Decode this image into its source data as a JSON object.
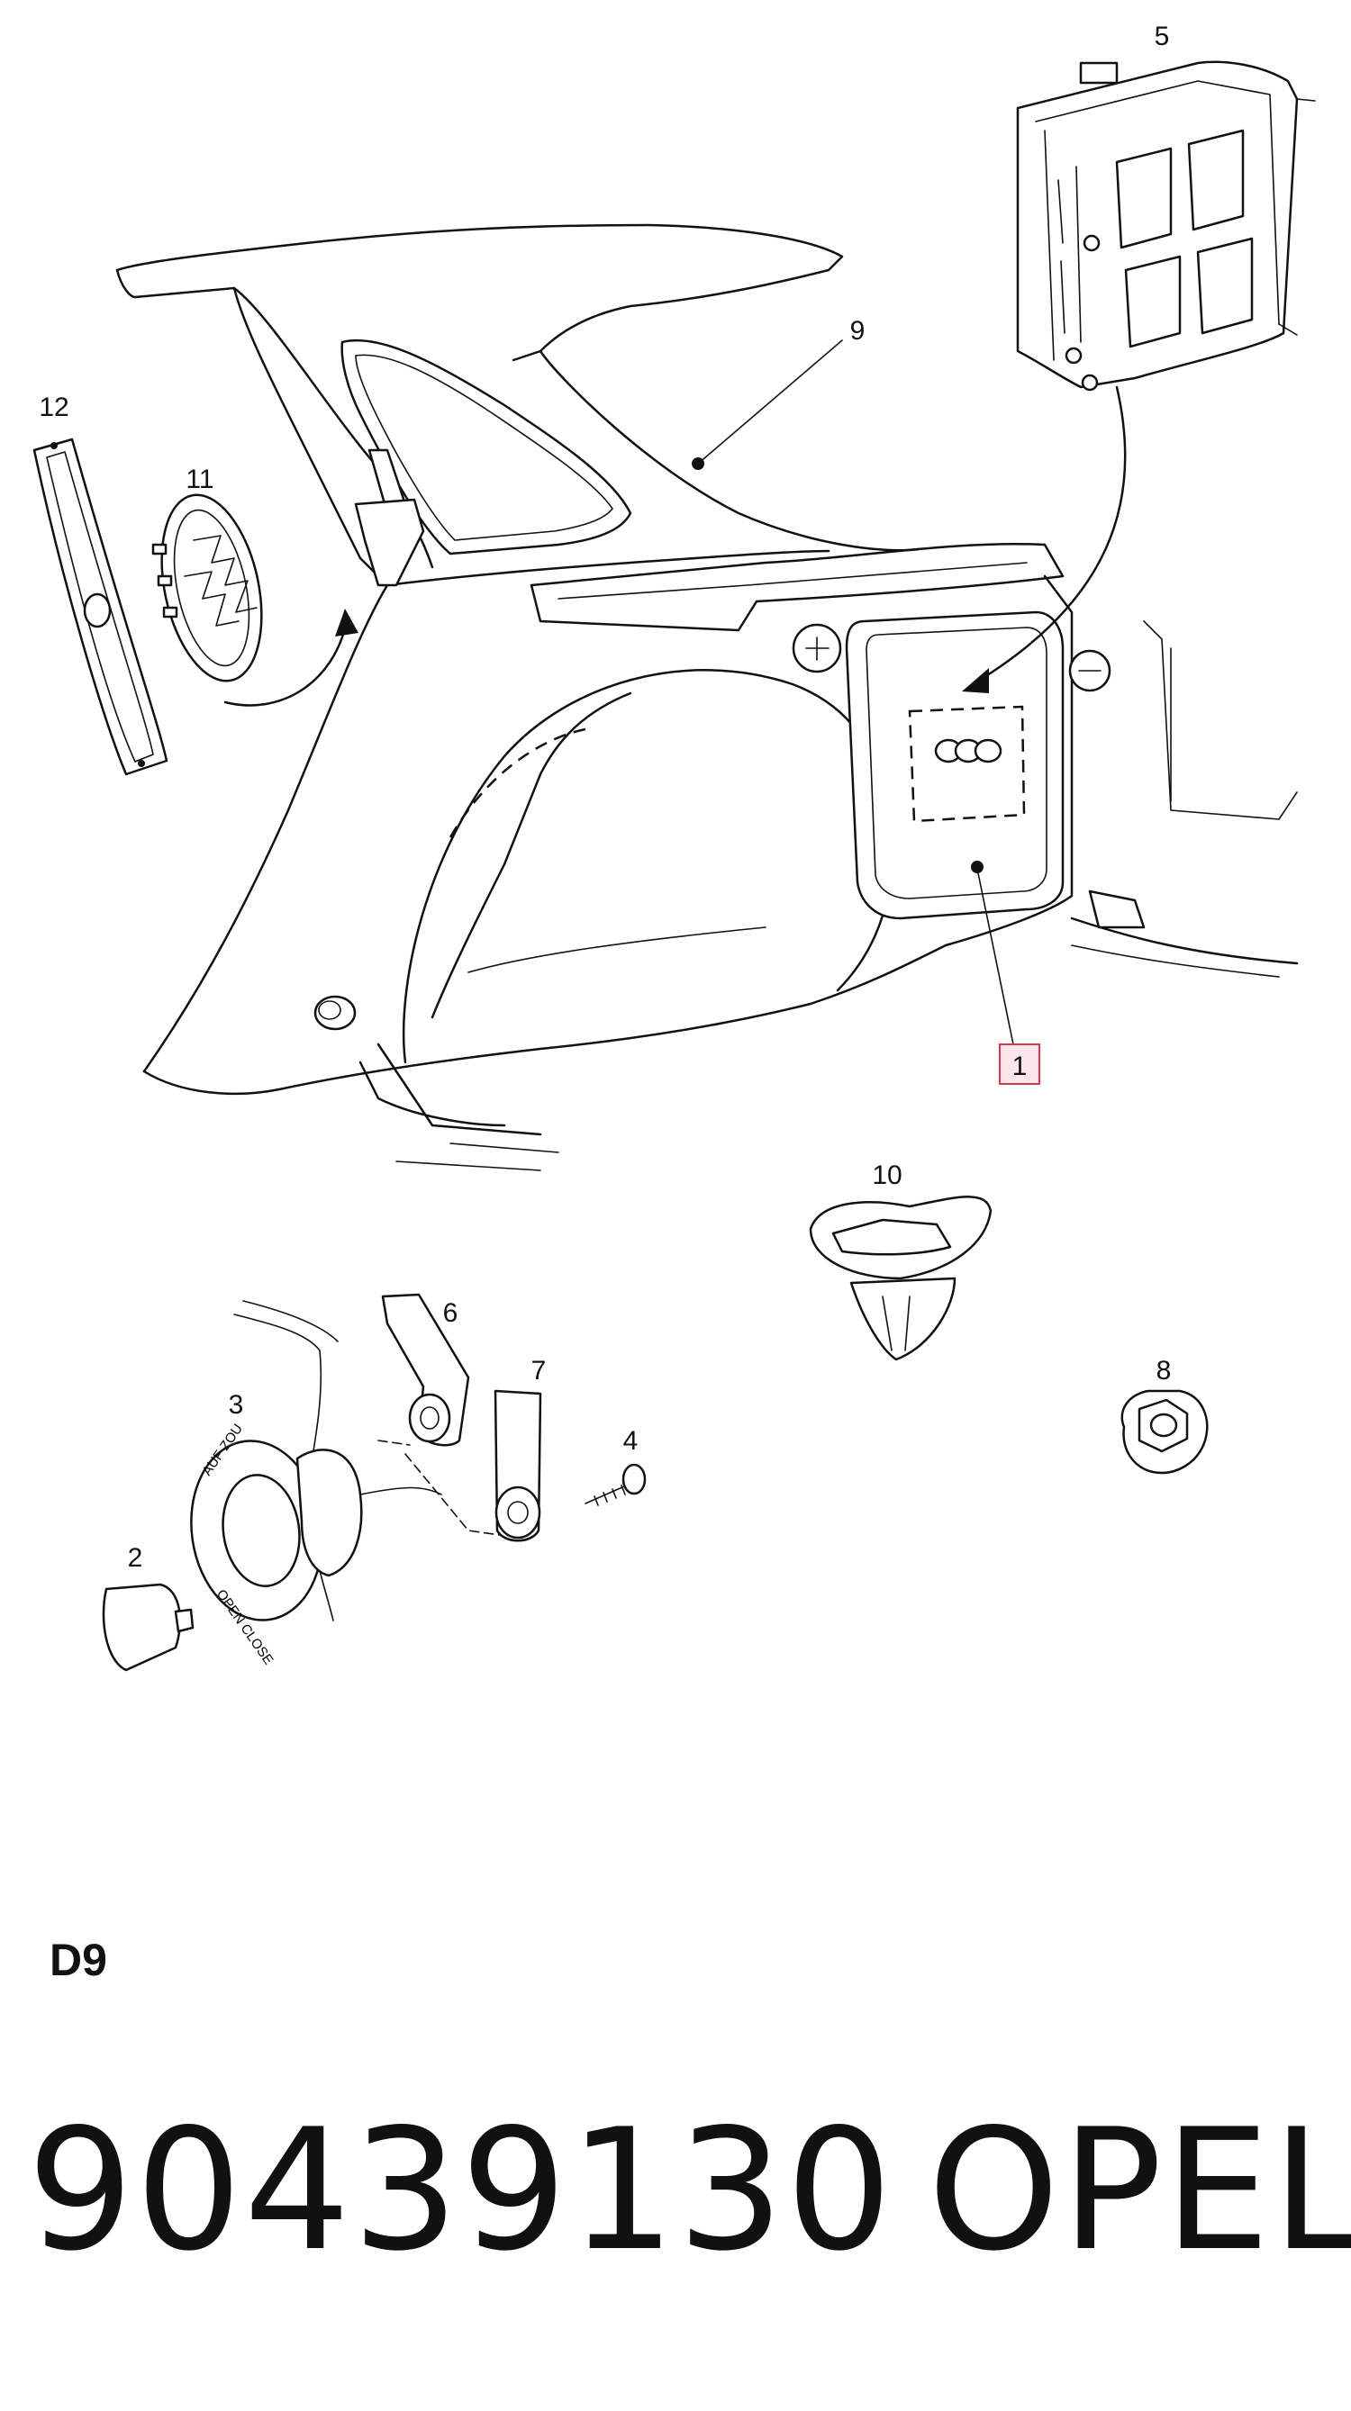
{
  "diagram": {
    "code": "D9",
    "part_number": "90439130",
    "brand": "OPEL",
    "callouts": {
      "c1": "1",
      "c2": "2",
      "c3": "3",
      "c4": "4",
      "c5": "5",
      "c6": "6",
      "c7": "7",
      "c8": "8",
      "c9": "9",
      "c10": "10",
      "c11": "11",
      "c12": "12"
    },
    "highlight_color": "#d33a4f",
    "filler_cap_text": {
      "top": "AUF ZOU",
      "bottom": "OPEN CLOSE"
    }
  }
}
